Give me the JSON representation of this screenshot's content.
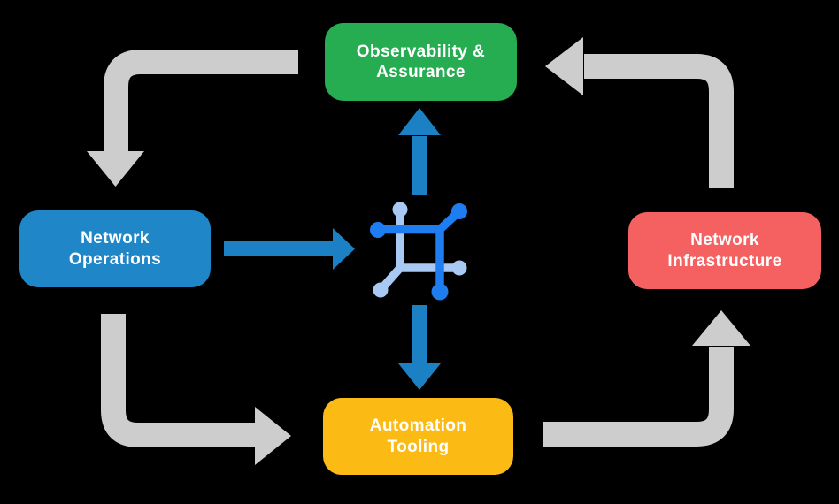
{
  "diagram": {
    "type": "cycle-flow-diagram",
    "nodes": {
      "observability": {
        "label": "Observability &\nAssurance",
        "color": "#26ac51"
      },
      "operations": {
        "label": "Network\nOperations",
        "color": "#1f86c8"
      },
      "infrastructure": {
        "label": "Network\nInfrastructure",
        "color": "#f56060"
      },
      "automation": {
        "label": "Automation\nTooling",
        "color": "#fcba15"
      }
    },
    "center_icon": "network-fabric-icon",
    "flow": [
      "observability -> operations",
      "operations -> automation",
      "automation -> infrastructure",
      "infrastructure -> observability",
      "operations -> center",
      "center -> observability",
      "center -> automation"
    ],
    "colors": {
      "background": "#000000",
      "flow_arrow": "#cdcdcd",
      "data_arrow": "#1c80c5",
      "icon_dark": "#1e7df1",
      "icon_light": "#a8c9f4",
      "node_text": "#ffffff"
    }
  }
}
